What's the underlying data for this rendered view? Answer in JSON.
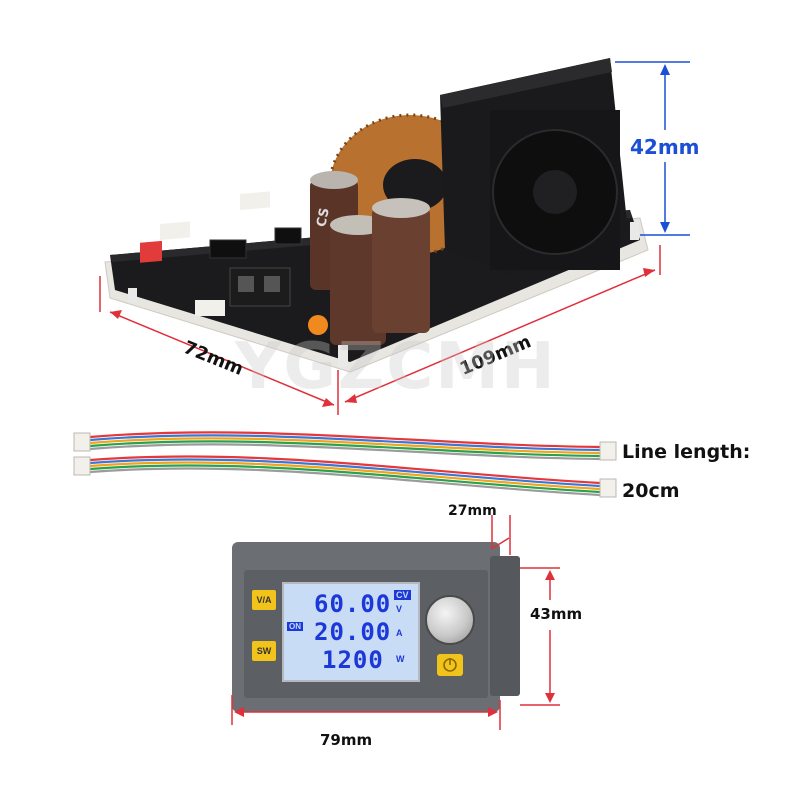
{
  "board": {
    "dim_height": "42mm",
    "dim_width": "72mm",
    "dim_length": "109mm",
    "capacitor_text": "CS",
    "watermark": "YGZCMH"
  },
  "cable": {
    "label_line1": "Line length:",
    "label_line2": "20cm"
  },
  "display": {
    "dim_depth": "27mm",
    "dim_height": "43mm",
    "dim_width": "79mm",
    "btn_va": "V/A",
    "btn_sw": "SW",
    "lcd": {
      "row1_value": "60.00",
      "row1_mode": "CV",
      "row1_unit": "V",
      "row2_value": "20.00",
      "row2_status": "ON",
      "row2_unit": "A",
      "row3_value": "1200",
      "row3_unit": "W"
    }
  },
  "colors": {
    "dimension_blue": "#1a4fd6",
    "dimension_red": "#e0303a",
    "lcd_text": "#1c38d8",
    "button_yellow": "#f2c31a",
    "pcb_black": "#1b1b1d",
    "copper": "#c07a3a"
  }
}
